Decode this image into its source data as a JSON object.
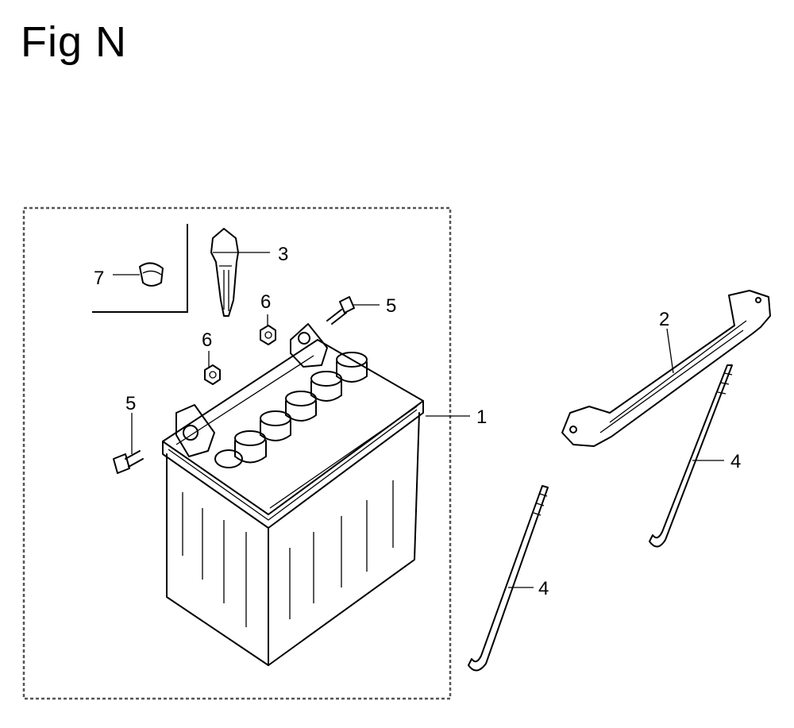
{
  "title": "Fig N",
  "colors": {
    "line": "#000000",
    "background": "#ffffff",
    "frame": "#555555"
  },
  "callouts": {
    "battery": "1",
    "bracket": "2",
    "vent_cap": "3",
    "rod_right": "4",
    "rod_left": "4",
    "bolt_right": "5",
    "bolt_left": "5",
    "nut_right": "6",
    "nut_left": "6",
    "plug": "7"
  }
}
